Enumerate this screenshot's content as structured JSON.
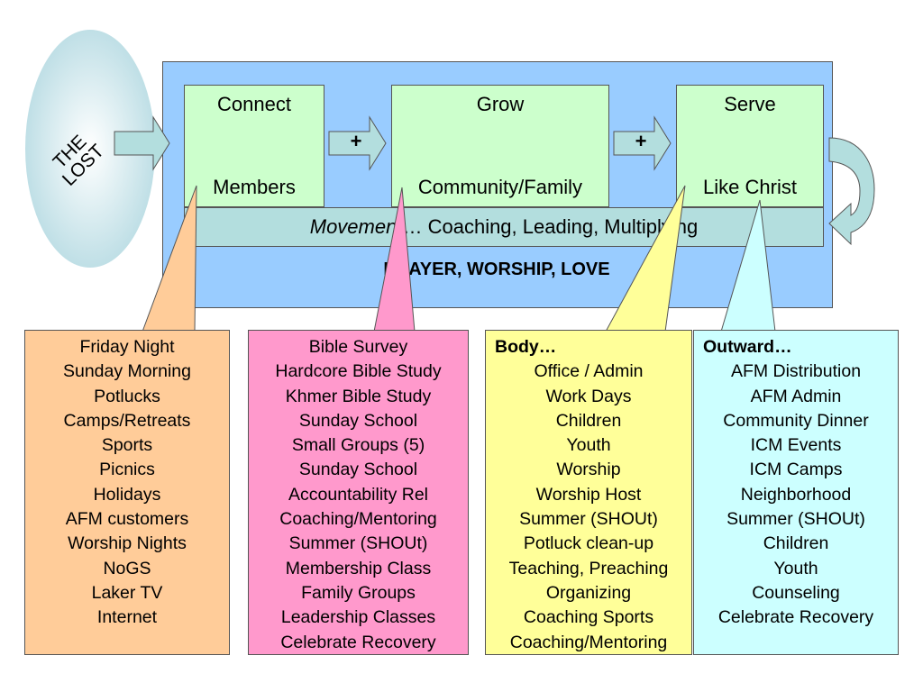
{
  "lost": {
    "line1": "THE",
    "line2": "LOST"
  },
  "stages": [
    {
      "title": "Connect",
      "subtitle": "Members"
    },
    {
      "title": "Grow",
      "subtitle": "Community/Family"
    },
    {
      "title": "Serve",
      "subtitle": "Like Christ"
    }
  ],
  "connectors": {
    "plus1": "+",
    "plus2": "+"
  },
  "movement": {
    "label": "Movement",
    "ellipsis": "… ",
    "text": "Coaching, Leading, Multiplying"
  },
  "foundation": "PRAYER, WORSHIP, LOVE",
  "callouts": {
    "connect": {
      "items": [
        "Friday Night",
        "Sunday Morning",
        "Potlucks",
        "Camps/Retreats",
        "Sports",
        "Picnics",
        "Holidays",
        "AFM customers",
        "Worship Nights",
        "NoGS",
        "Laker TV",
        "Internet"
      ]
    },
    "grow": {
      "items": [
        "Bible Survey",
        "Hardcore Bible Study",
        "Khmer Bible Study",
        "Sunday School",
        "Small Groups (5)",
        "Sunday School",
        "Accountability Rel",
        "Coaching/Mentoring",
        "Summer (SHOUt)",
        "Membership Class",
        "Family Groups",
        "Leadership Classes",
        "Celebrate Recovery"
      ]
    },
    "body": {
      "heading": "Body…",
      "items": [
        "Office / Admin",
        "Work Days",
        "Children",
        "Youth",
        "Worship",
        "Worship Host",
        "Summer (SHOUt)",
        "Potluck clean-up",
        "Teaching, Preaching",
        "Organizing",
        "Coaching Sports",
        "Coaching/Mentoring"
      ]
    },
    "outward": {
      "heading": "Outward…",
      "items": [
        "AFM Distribution",
        "AFM Admin",
        "Community Dinner",
        "ICM Events",
        "ICM Camps",
        "Neighborhood",
        "Summer (SHOUt)",
        "Children",
        "Youth",
        "Counseling",
        "Celebrate Recovery"
      ]
    }
  },
  "colors": {
    "lost_fill": "#d6eaf0",
    "panel_fill": "#99ccff",
    "stage_fill": "#ccffcc",
    "movement_fill": "#b3dede",
    "arrow_fill": "#b3dede",
    "callout_connect": "#ffcc99",
    "callout_grow": "#ff99cc",
    "callout_body": "#ffff99",
    "callout_outward": "#ccffff"
  }
}
